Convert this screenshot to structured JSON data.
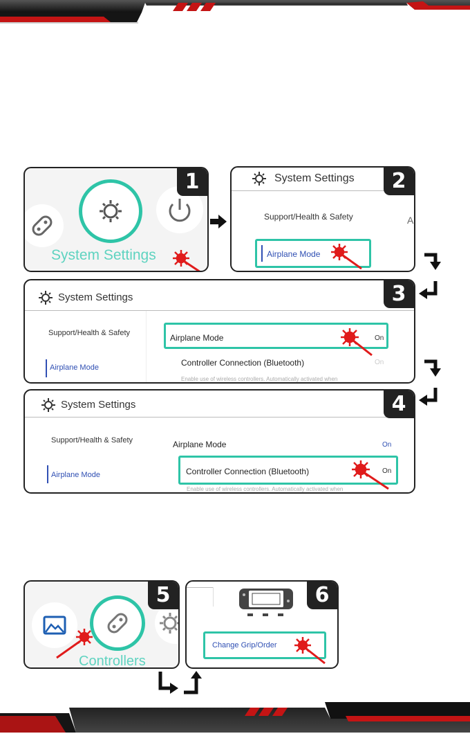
{
  "colors": {
    "accent_teal": "#2ec4a7",
    "highlight_red": "#e01b1b",
    "selected_blue": "#2f4fb3",
    "frame": "#222222"
  },
  "step1": {
    "number": "1",
    "label": "System Settings",
    "icons": [
      "joycon-icon",
      "gear-icon",
      "power-icon"
    ]
  },
  "step2": {
    "number": "2",
    "title": "System Settings",
    "menu_support": "Support/Health & Safety",
    "menu_airplane": "Airplane Mode",
    "partial_right": "A"
  },
  "step3": {
    "number": "3",
    "title": "System Settings",
    "side_support": "Support/Health & Safety",
    "side_airplane": "Airplane Mode",
    "airplane_mode": "Airplane Mode",
    "airplane_state": "On",
    "controller_connection": "Controller Connection (Bluetooth)",
    "controller_state": "On",
    "description": "Enable use of wireless controllers. Automatically activated when"
  },
  "step4": {
    "number": "4",
    "title": "System Settings",
    "side_support": "Support/Health & Safety",
    "side_airplane": "Airplane Mode",
    "airplane_mode": "Airplane Mode",
    "airplane_state": "On",
    "controller_connection": "Controller Connection (Bluetooth)",
    "controller_state": "On",
    "description": "Enable use of wireless controllers. Automatically activated when"
  },
  "step5": {
    "number": "5",
    "label": "Controllers"
  },
  "step6": {
    "number": "6",
    "button": "Change Grip/Order"
  }
}
